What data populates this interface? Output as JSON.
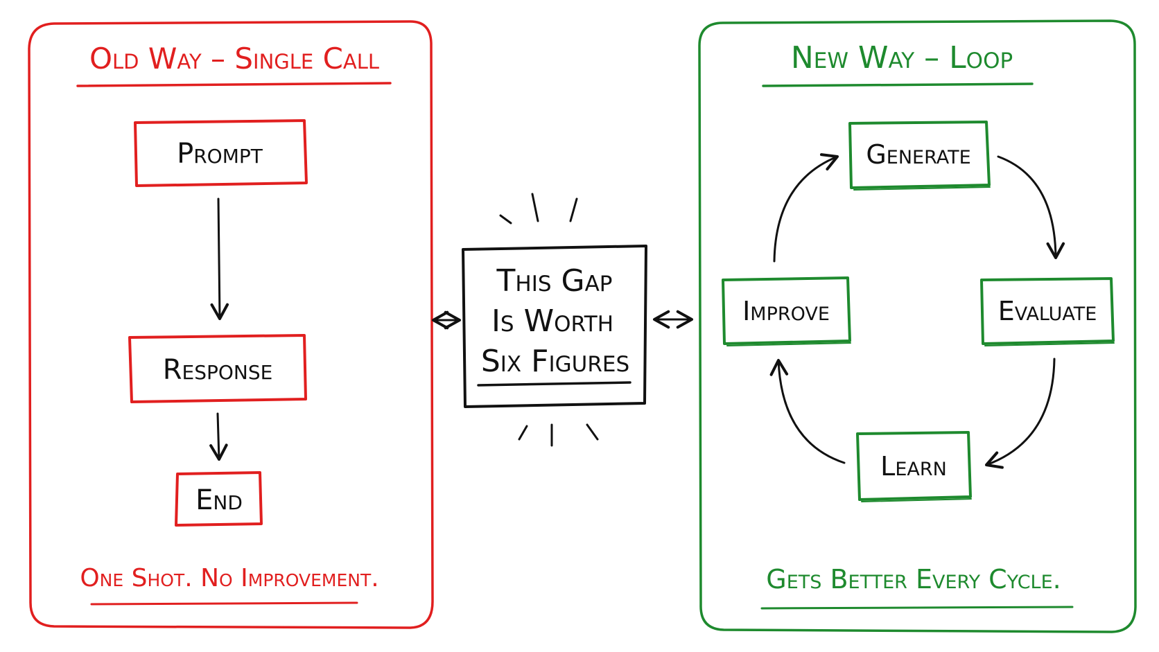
{
  "left_panel": {
    "title": "Old Way – Single Call",
    "steps": [
      "Prompt",
      "Response",
      "End"
    ],
    "footer": "One Shot. No Improvement.",
    "color": "#e11f1f"
  },
  "center": {
    "lines": [
      "This Gap",
      "Is Worth",
      "Six Figures"
    ],
    "color": "#111111"
  },
  "right_panel": {
    "title": "New Way – Loop",
    "nodes": {
      "generate": "Generate",
      "evaluate": "Evaluate",
      "learn": "Learn",
      "improve": "Improve"
    },
    "footer": "Gets Better Every Cycle.",
    "color": "#1e8a2e"
  }
}
